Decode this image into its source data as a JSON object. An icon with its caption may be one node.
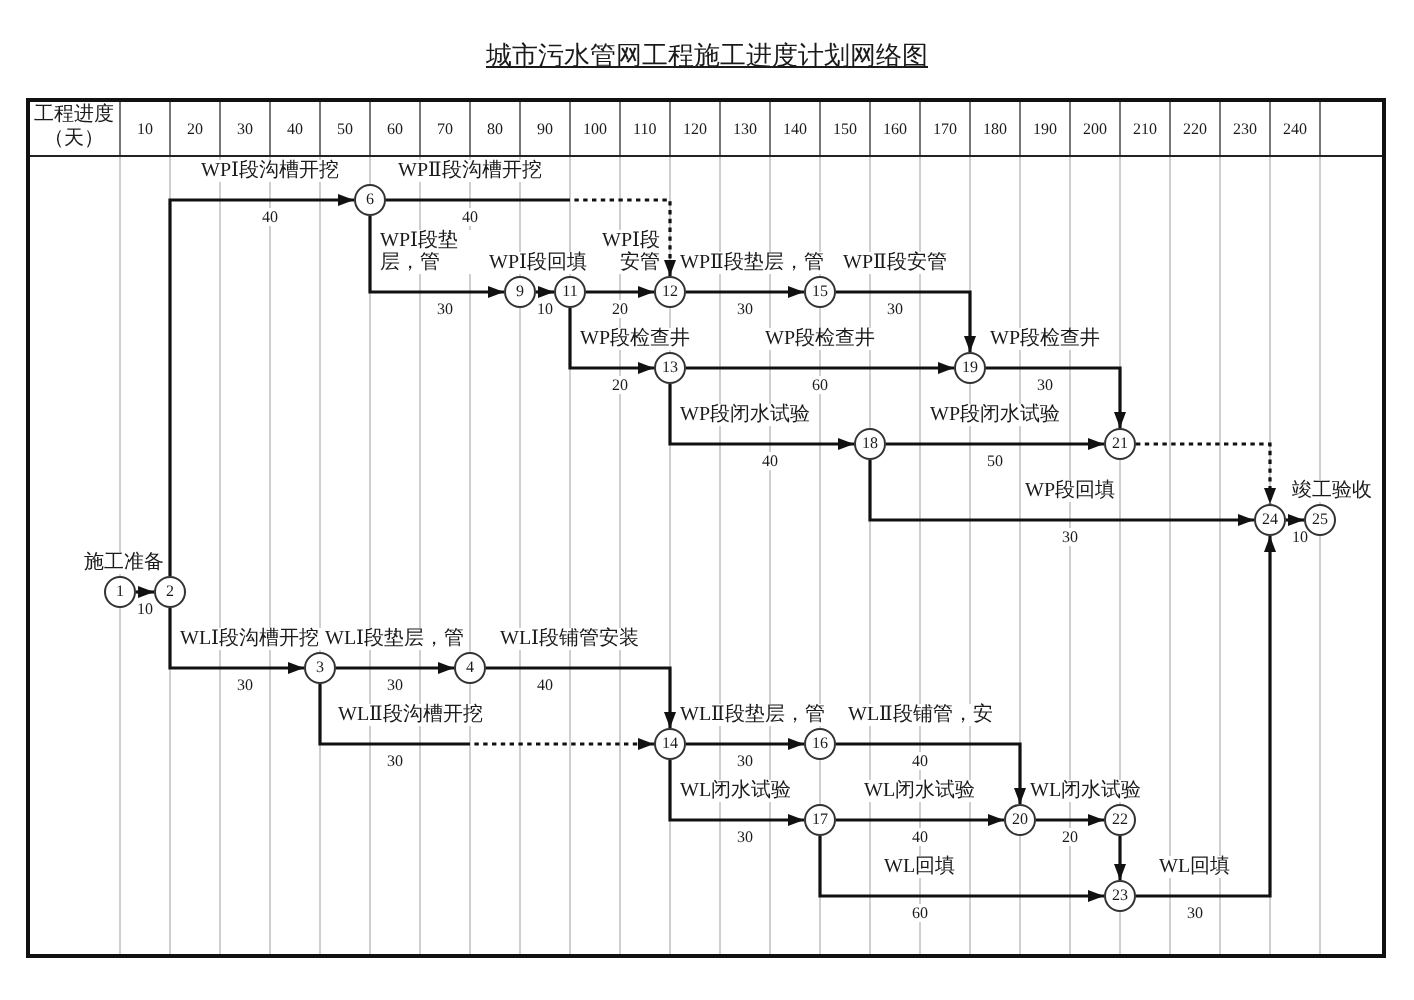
{
  "diagram": {
    "title": "城市污水管网工程施工进度计划网络图",
    "nodes": [
      {
        "text": [
          "1"
        ]
      },
      {
        "text": [
          "2"
        ]
      },
      {
        "text": [
          "3"
        ]
      },
      {
        "text": [
          "4"
        ]
      },
      {
        "text": [
          "6"
        ]
      },
      {
        "text": [
          "9"
        ]
      },
      {
        "text": [
          "11"
        ]
      },
      {
        "text": [
          "12"
        ]
      },
      {
        "text": [
          "13"
        ]
      },
      {
        "text": [
          "14"
        ]
      },
      {
        "text": [
          "15"
        ]
      },
      {
        "text": [
          "16"
        ]
      },
      {
        "text": [
          "17"
        ]
      },
      {
        "text": [
          "18"
        ]
      },
      {
        "text": [
          "19"
        ]
      },
      {
        "text": [
          "20"
        ]
      },
      {
        "text": [
          "21"
        ]
      },
      {
        "text": [
          "22"
        ]
      },
      {
        "text": [
          "23"
        ]
      },
      {
        "text": [
          "24"
        ]
      },
      {
        "text": [
          "25"
        ]
      }
    ],
    "edges": [
      {
        "from": 0,
        "to": 1,
        "arrow": "to",
        "label": "施工准备"
      },
      {
        "from": 1,
        "to": 4,
        "arrow": "to",
        "label": "WPⅠ段沟槽开挖"
      },
      {
        "from": 4,
        "to": 7,
        "arrow": "to",
        "label": "WPⅡ段沟槽开挖",
        "style": "dashed"
      },
      {
        "from": 4,
        "to": 5,
        "arrow": "to",
        "label": "WPⅠ段垫层，管"
      },
      {
        "from": 5,
        "to": 6,
        "arrow": "to",
        "label": "WPⅠ段回填"
      },
      {
        "from": 6,
        "to": 7,
        "arrow": "to",
        "label": "WPⅠ段安管"
      },
      {
        "from": 6,
        "to": 8,
        "arrow": "to",
        "label": "WP段检查井"
      },
      {
        "from": 7,
        "to": 10,
        "arrow": "to",
        "label": "WPⅡ段垫层，管"
      },
      {
        "from": 10,
        "to": 14,
        "arrow": "to",
        "label": "WPⅡ段安管"
      },
      {
        "from": 8,
        "to": 14,
        "arrow": "to",
        "label": "WP段检查井"
      },
      {
        "from": 14,
        "to": 16,
        "arrow": "to",
        "label": "WP段检查井"
      },
      {
        "from": 8,
        "to": 13,
        "arrow": "to",
        "label": "WP段闭水试验"
      },
      {
        "from": 13,
        "to": 16,
        "arrow": "to",
        "label": "WP段闭水试验"
      },
      {
        "from": 16,
        "to": 19,
        "arrow": "to",
        "style": "dashed"
      },
      {
        "from": 13,
        "to": 19,
        "arrow": "to",
        "label": "WP段回填"
      },
      {
        "from": 19,
        "to": 20,
        "arrow": "to",
        "label": "竣工验收"
      },
      {
        "from": 1,
        "to": 2,
        "arrow": "to",
        "label": "WLⅠ段沟槽开挖"
      },
      {
        "from": 2,
        "to": 3,
        "arrow": "to",
        "label": "WLⅠ段垫层，管"
      },
      {
        "from": 3,
        "to": 9,
        "arrow": "to",
        "label": "WLⅠ段铺管安装"
      },
      {
        "from": 2,
        "to": 9,
        "arrow": "to",
        "label": "WLⅡ段沟槽开挖",
        "style": "dashed"
      },
      {
        "from": 9,
        "to": 11,
        "arrow": "to",
        "label": "WLⅡ段垫层，管"
      },
      {
        "from": 11,
        "to": 15,
        "arrow": "to",
        "label": "WLⅡ段铺管，安"
      },
      {
        "from": 9,
        "to": 12,
        "arrow": "to",
        "label": "WL闭水试验"
      },
      {
        "from": 12,
        "to": 15,
        "arrow": "to",
        "label": "WL闭水试验"
      },
      {
        "from": 15,
        "to": 17,
        "arrow": "to",
        "label": "WL闭水试验"
      },
      {
        "from": 17,
        "to": 18,
        "arrow": "to"
      },
      {
        "from": 12,
        "to": 18,
        "arrow": "to",
        "label": "WL回填"
      },
      {
        "from": 18,
        "to": 19,
        "arrow": "to",
        "label": "WL回填"
      }
    ],
    "labels": [
      "工程进度（天）",
      "10",
      "20",
      "30",
      "40",
      "50",
      "60",
      "70",
      "80",
      "90",
      "100",
      "110",
      "120",
      "130",
      "140",
      "150",
      "160",
      "170",
      "180",
      "190",
      "200",
      "210",
      "220",
      "230",
      "240",
      "10",
      "40",
      "40",
      "30",
      "10",
      "20",
      "20",
      "30",
      "30",
      "60",
      "30",
      "40",
      "50",
      "30",
      "10",
      "30",
      "30",
      "40",
      "30",
      "30",
      "40",
      "30",
      "40",
      "20",
      "60",
      "30"
    ]
  }
}
